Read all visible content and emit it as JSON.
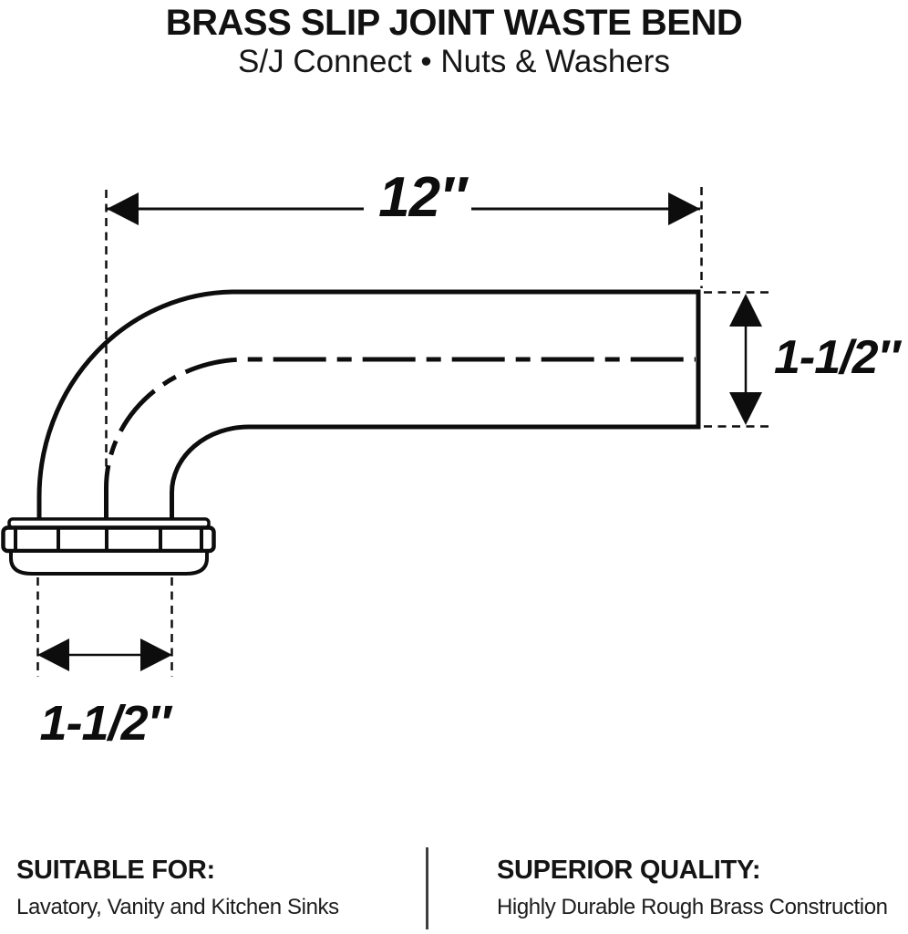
{
  "header": {
    "title": "BRASS SLIP JOINT WASTE BEND",
    "subtitle": "S/J Connect • Nuts & Washers"
  },
  "diagram": {
    "length_label": "12″",
    "od_label": "1-1/2″",
    "outlet_label": "1-1/2″",
    "part": "90-degree-waste-bend-with-slip-joint-nut"
  },
  "footer": {
    "left": {
      "heading": "SUITABLE FOR:",
      "body": "Lavatory, Vanity and Kitchen Sinks"
    },
    "right": {
      "heading": "SUPERIOR QUALITY:",
      "body": "Highly Durable Rough Brass Construction"
    }
  },
  "colors": {
    "ink": "#0d0d0d",
    "background": "#ffffff",
    "divider": "#3f3f3f"
  }
}
